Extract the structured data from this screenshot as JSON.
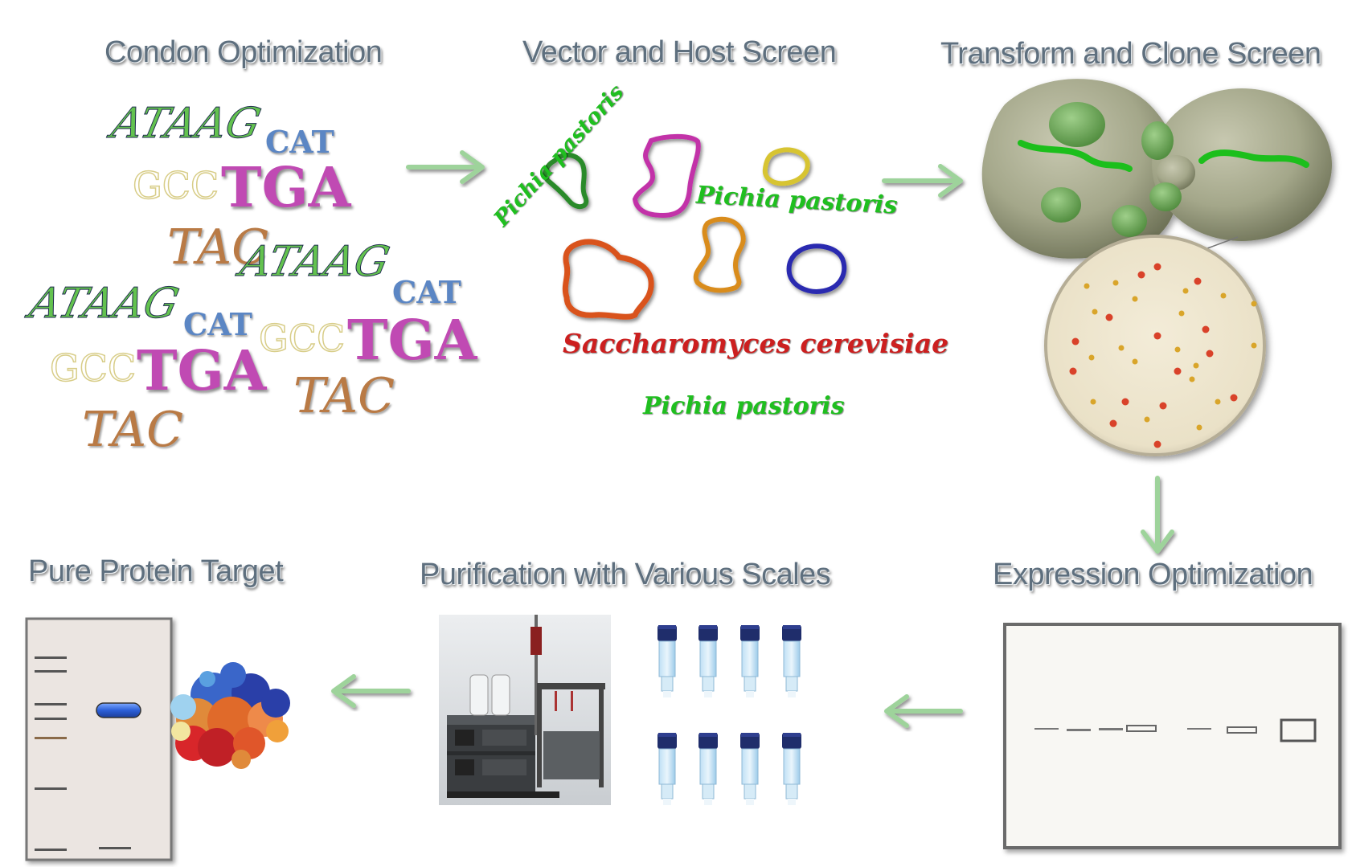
{
  "steps": {
    "codon": "Condon Optimization",
    "vector": "Vector and Host Screen",
    "transform": "Transform and Clone Screen",
    "expression": "Expression Optimization",
    "purification": "Purification with Various Scales",
    "pure": "Pure Protein Target"
  },
  "sequence_fragments": {
    "ataag": "ATAAG",
    "cat": "CAT",
    "gcc": "GCC",
    "tga": "TGA",
    "tac": "TAC"
  },
  "hosts": {
    "pichia": "Pichia pastoris",
    "saccharomyces": "Saccharomyces cerevisiae"
  },
  "colors": {
    "title": "#5e6f7e",
    "arrow": "#9ed39b",
    "green_script": "#1fbf1f",
    "red_script": "#cc1f1f",
    "tga": "#c04ab3",
    "cat": "#5b86c4",
    "gcc": "#d8cd88",
    "tac": "#b97a45",
    "ataag_green": "#63c24f",
    "ataag_navy": "#1f2b4f"
  },
  "icons": [
    "right-arrow-icon",
    "down-arrow-icon",
    "left-arrow-icon",
    "plasmid-icon",
    "yeast-cell-icon",
    "petri-dish-icon",
    "gel-icon",
    "protein-structure-icon",
    "chromatography-system-icon",
    "spin-column-icon"
  ]
}
